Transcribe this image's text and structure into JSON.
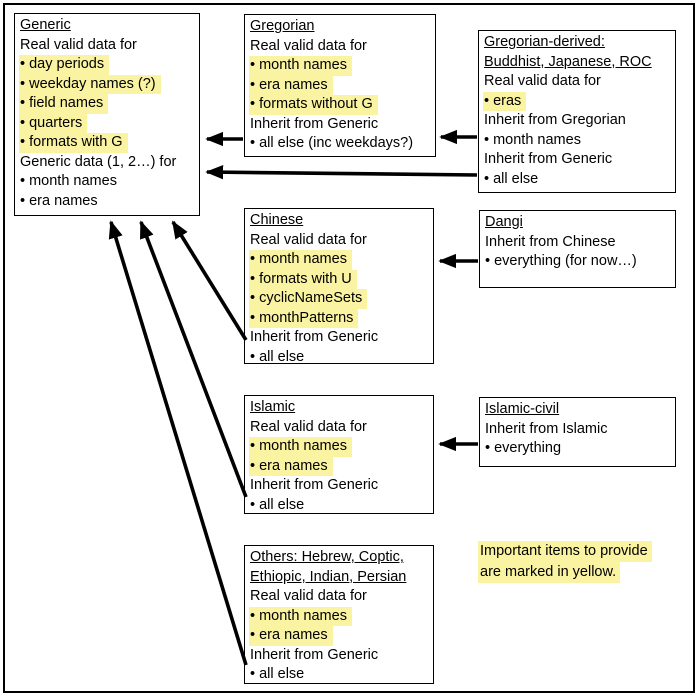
{
  "colors": {
    "highlight": "#FAF3A1",
    "ink": "#000000",
    "background": "#FFFFFF"
  },
  "boxes": {
    "generic": {
      "title_lines": [
        "Generic"
      ],
      "lines": [
        {
          "text": "Real valid data for",
          "highlight": false
        },
        {
          "text": "• day periods",
          "highlight": true
        },
        {
          "text": "• weekday names (?)",
          "highlight": true
        },
        {
          "text": "• field names",
          "highlight": true
        },
        {
          "text": "• quarters",
          "highlight": true
        },
        {
          "text": "• formats with G",
          "highlight": true
        },
        {
          "text": "Generic data (1, 2…) for",
          "highlight": false
        },
        {
          "text": "• month names",
          "highlight": false
        },
        {
          "text": "• era names",
          "highlight": false
        }
      ]
    },
    "gregorian": {
      "title_lines": [
        "Gregorian"
      ],
      "lines": [
        {
          "text": "Real valid data for",
          "highlight": false
        },
        {
          "text": "• month names",
          "highlight": true
        },
        {
          "text": "• era names",
          "highlight": true
        },
        {
          "text": "• formats without G",
          "highlight": true
        },
        {
          "text": "Inherit from Generic",
          "highlight": false
        },
        {
          "text": "• all else (inc weekdays?)",
          "highlight": false
        }
      ]
    },
    "gregorian_derived": {
      "title_lines": [
        "Gregorian-derived:",
        "Buddhist, Japanese, ROC"
      ],
      "lines": [
        {
          "text": "Real valid data for",
          "highlight": false
        },
        {
          "text": "• eras",
          "highlight": true
        },
        {
          "text": "Inherit from Gregorian",
          "highlight": false
        },
        {
          "text": "• month names",
          "highlight": false
        },
        {
          "text": "Inherit from Generic",
          "highlight": false
        },
        {
          "text": "• all else",
          "highlight": false
        }
      ]
    },
    "chinese": {
      "title_lines": [
        "Chinese"
      ],
      "lines": [
        {
          "text": "Real valid data for",
          "highlight": false
        },
        {
          "text": "• month names",
          "highlight": true
        },
        {
          "text": "• formats with U",
          "highlight": true
        },
        {
          "text": "• cyclicNameSets",
          "highlight": true
        },
        {
          "text": "• monthPatterns",
          "highlight": true
        },
        {
          "text": "Inherit from Generic",
          "highlight": false
        },
        {
          "text": "• all else",
          "highlight": false
        }
      ]
    },
    "dangi": {
      "title_lines": [
        "Dangi"
      ],
      "lines": [
        {
          "text": "Inherit from Chinese",
          "highlight": false
        },
        {
          "text": "• everything (for now…)",
          "highlight": false
        }
      ]
    },
    "islamic": {
      "title_lines": [
        "Islamic"
      ],
      "lines": [
        {
          "text": "Real valid data for",
          "highlight": false
        },
        {
          "text": "• month names",
          "highlight": true
        },
        {
          "text": "• era names",
          "highlight": true
        },
        {
          "text": "Inherit from Generic",
          "highlight": false
        },
        {
          "text": "• all else",
          "highlight": false
        }
      ]
    },
    "islamic_civil": {
      "title_lines": [
        "Islamic-civil"
      ],
      "lines": [
        {
          "text": "Inherit from Islamic",
          "highlight": false
        },
        {
          "text": "• everything",
          "highlight": false
        }
      ]
    },
    "others": {
      "title_lines": [
        "Others: Hebrew, Coptic,",
        "Ethiopic, Indian, Persian"
      ],
      "lines": [
        {
          "text": "Real valid data for",
          "highlight": false
        },
        {
          "text": "• month names",
          "highlight": true
        },
        {
          "text": "• era names",
          "highlight": true
        },
        {
          "text": "Inherit from Generic",
          "highlight": false
        },
        {
          "text": "• all else",
          "highlight": false
        }
      ]
    }
  },
  "note": {
    "lines": [
      "Important items to provide",
      "are marked in yellow."
    ]
  },
  "arrows": [
    {
      "from": "Gregorian",
      "to": "Generic"
    },
    {
      "from": "Gregorian-derived",
      "to": "Gregorian"
    },
    {
      "from": "Gregorian-derived",
      "to": "Generic"
    },
    {
      "from": "Dangi",
      "to": "Chinese"
    },
    {
      "from": "Islamic-civil",
      "to": "Islamic"
    },
    {
      "from": "Chinese",
      "to": "Generic"
    },
    {
      "from": "Islamic",
      "to": "Generic"
    },
    {
      "from": "Others",
      "to": "Generic"
    }
  ]
}
